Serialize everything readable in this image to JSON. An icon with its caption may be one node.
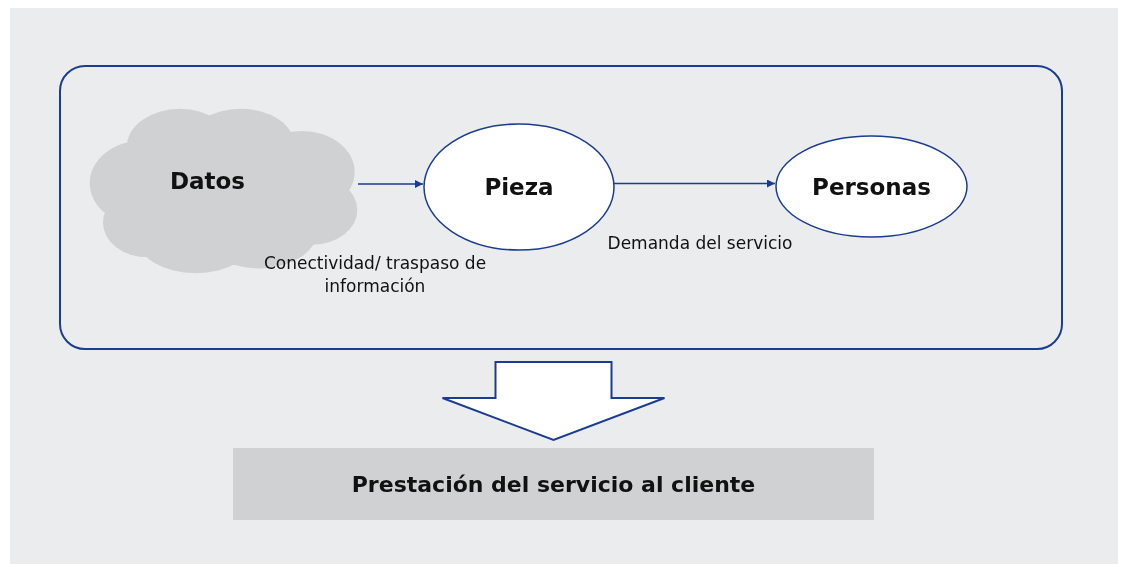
{
  "diagram": {
    "nodes": [
      {
        "text": [],
        "shape": "box"
      },
      {
        "text": [
          "Datos"
        ],
        "in": 0
      },
      {
        "text": [
          "Pieza"
        ],
        "in": 0
      },
      {
        "text": [
          "Personas"
        ],
        "in": 0
      },
      {
        "text": [
          "Prestación del servicio al cliente"
        ]
      }
    ],
    "edges": [
      {
        "from": 1,
        "to": 2,
        "arrow": "to",
        "label": "Conectividad/ traspaso de información"
      },
      {
        "from": 2,
        "to": 3,
        "arrow": "to",
        "label": "Demanda del servicio"
      },
      {
        "from": 0,
        "to": 4,
        "arrow": "to",
        "style": "thick"
      }
    ]
  }
}
